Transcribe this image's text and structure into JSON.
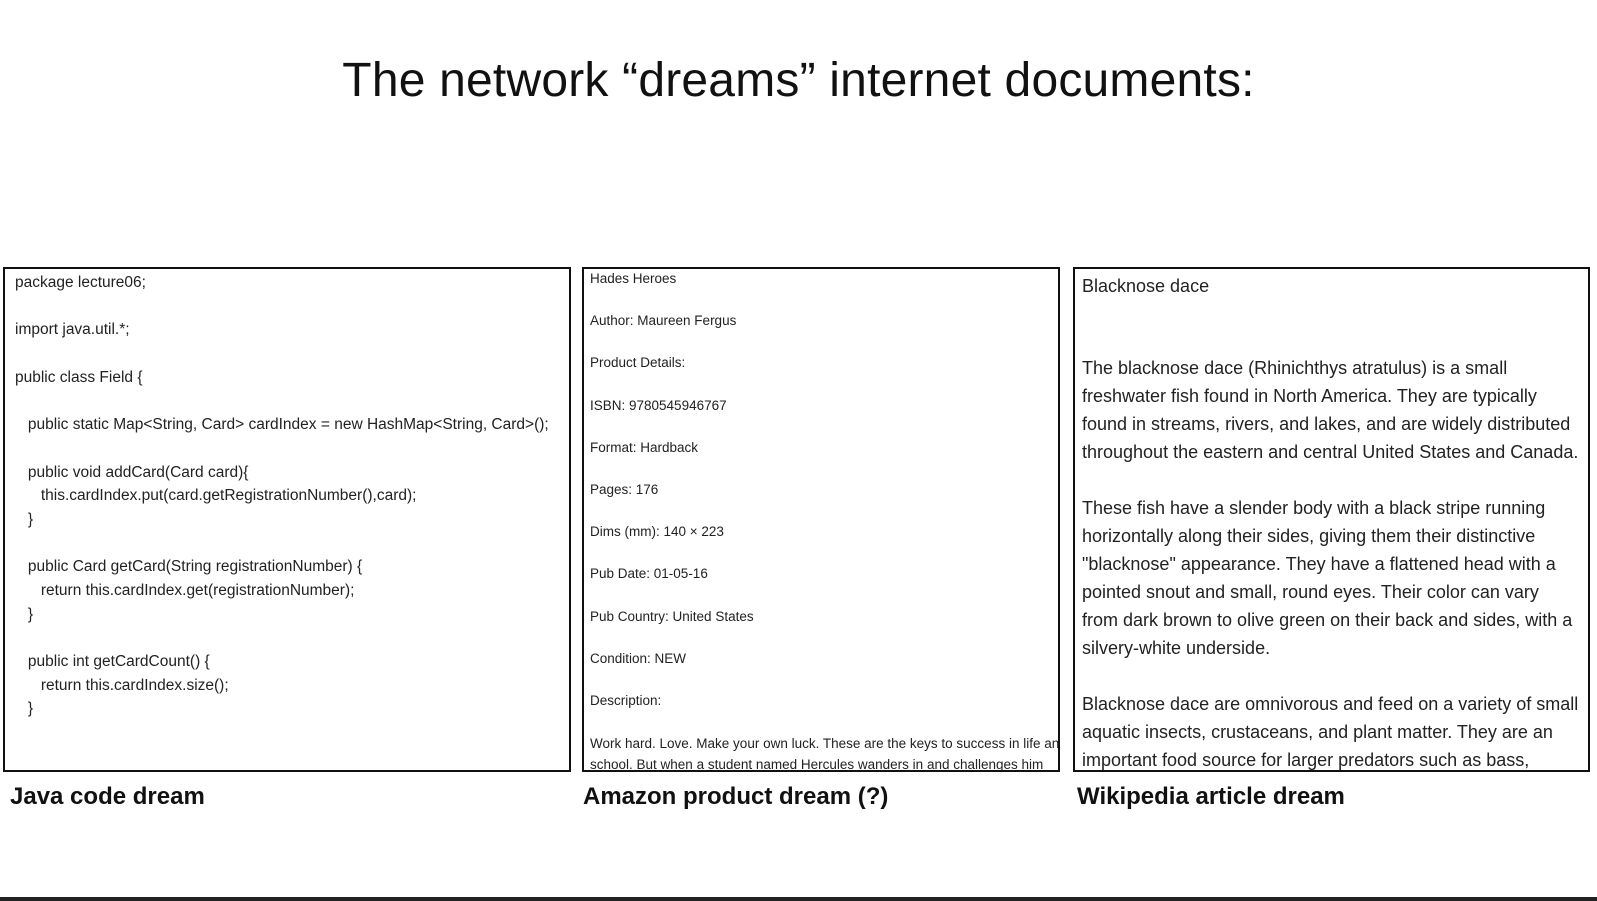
{
  "title": "The network “dreams” internet documents:",
  "java": {
    "lines": [
      "package lecture06;",
      "",
      "import java.util.*;",
      "",
      "public class Field {",
      "",
      "   public static Map<String, Card> cardIndex = new HashMap<String, Card>();",
      "",
      "   public void addCard(Card card){",
      "      this.cardIndex.put(card.getRegistrationNumber(),card);",
      "   }",
      "",
      "   public Card getCard(String registrationNumber) {",
      "      return this.cardIndex.get(registrationNumber);",
      "   }",
      "",
      "   public int getCardCount() {",
      "      return this.cardIndex.size();",
      "   }",
      "",
      "",
      "}"
    ],
    "caption": "Java code dream"
  },
  "amazon": {
    "lines": [
      "Hades Heroes",
      "Author: Maureen Fergus",
      "Product Details:",
      "ISBN: 9780545946767",
      "Format: Hardback",
      "Pages: 176",
      "Dims (mm): 140 × 223",
      "Pub Date: 01-05-16",
      "Pub Country: United States",
      "Condition: NEW",
      "Description:"
    ],
    "description_lines": [
      "Work hard. Love. Make your own luck. These are the keys to success in life and",
      "school. But when a student named Hercules wanders in and challenges him"
    ],
    "caption": "Amazon product dream (?)"
  },
  "wiki": {
    "title": "Blacknose dace",
    "paragraphs": [
      [
        "The blacknose dace (Rhinichthys atratulus) is a small",
        "freshwater fish found in North America. They are typically",
        "found in streams, rivers, and lakes, and are widely distributed",
        "throughout the eastern and central United States and Canada."
      ],
      [
        "These fish have a slender body with a black stripe running",
        "horizontally along their sides, giving them their distinctive",
        "\"blacknose\" appearance. They have a flattened head with a",
        "pointed snout and small, round eyes. Their color can vary",
        "from dark brown to olive green on their back and sides, with a",
        "silvery-white underside."
      ],
      [
        "Blacknose dace are omnivorous and feed on a variety of small",
        "aquatic insects, crustaceans, and plant matter. They are an",
        "important food source for larger predators such as bass,"
      ]
    ],
    "caption": "Wikipedia article dream"
  }
}
